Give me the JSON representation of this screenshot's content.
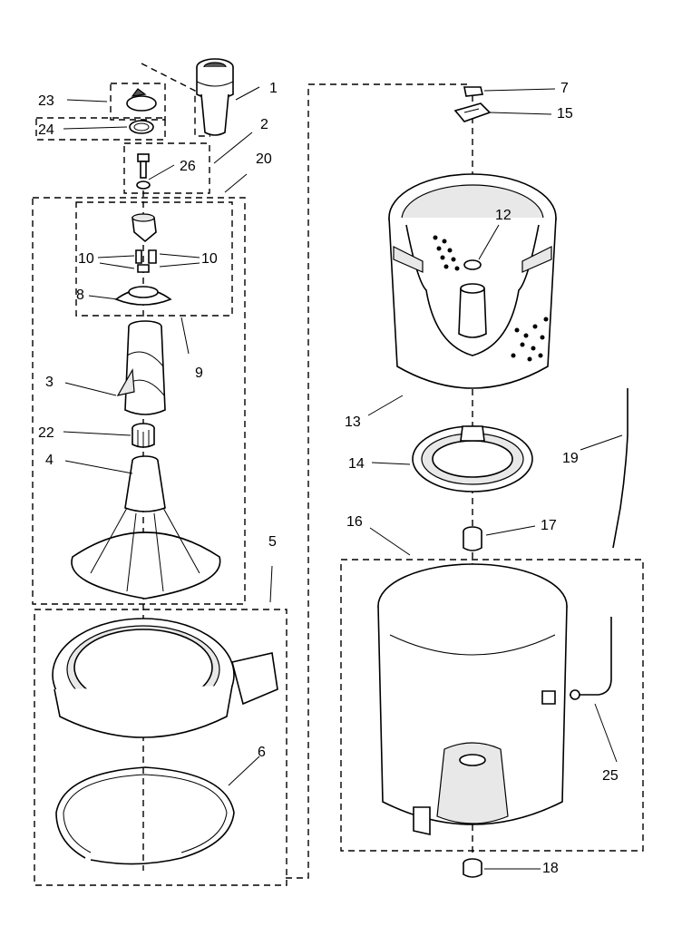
{
  "callouts": {
    "c1": "1",
    "c2": "2",
    "c3": "3",
    "c4": "4",
    "c5": "5",
    "c6": "6",
    "c7": "7",
    "c8": "8",
    "c9": "9",
    "c10a": "10",
    "c10b": "10",
    "c12": "12",
    "c13": "13",
    "c14": "14",
    "c15": "15",
    "c16": "16",
    "c17": "17",
    "c18": "18",
    "c19": "19",
    "c20": "20",
    "c22": "22",
    "c23": "23",
    "c24": "24",
    "c25": "25",
    "c26": "26"
  }
}
